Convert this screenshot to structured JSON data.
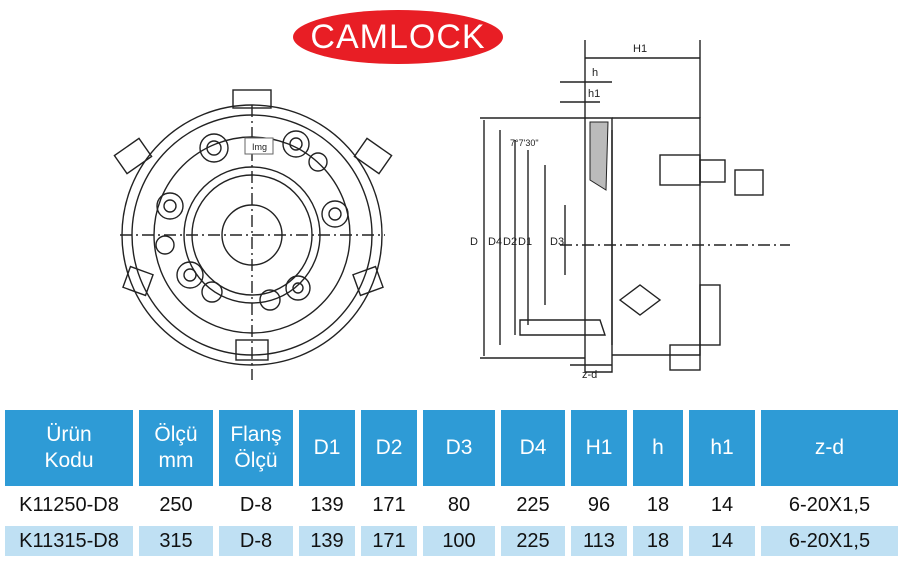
{
  "title": "CAMLOCK",
  "drawing": {
    "img_tag": "Img",
    "dims": {
      "H1": "H1",
      "h": "h",
      "h1": "h1",
      "angle": "7°7'30\"",
      "D": "D",
      "D4": "D4",
      "D2": "D2",
      "D1": "D1",
      "D3": "D3",
      "zd": "z-d"
    }
  },
  "table": {
    "headers": [
      "Ürün\nKodu",
      "Ölçü\nmm",
      "Flanş\nÖlçü",
      "D1",
      "D2",
      "D3",
      "D4",
      "H1",
      "h",
      "h1",
      "z-d"
    ],
    "rows": [
      [
        "K11250-D8",
        "250",
        "D-8",
        "139",
        "171",
        "80",
        "225",
        "96",
        "18",
        "14",
        "6-20X1,5"
      ],
      [
        "K11315-D8",
        "315",
        "D-8",
        "139",
        "171",
        "100",
        "225",
        "113",
        "18",
        "14",
        "6-20X1,5"
      ]
    ],
    "colors": {
      "header": "#2e9bd6",
      "alt_row": "#bfe0f3"
    }
  }
}
